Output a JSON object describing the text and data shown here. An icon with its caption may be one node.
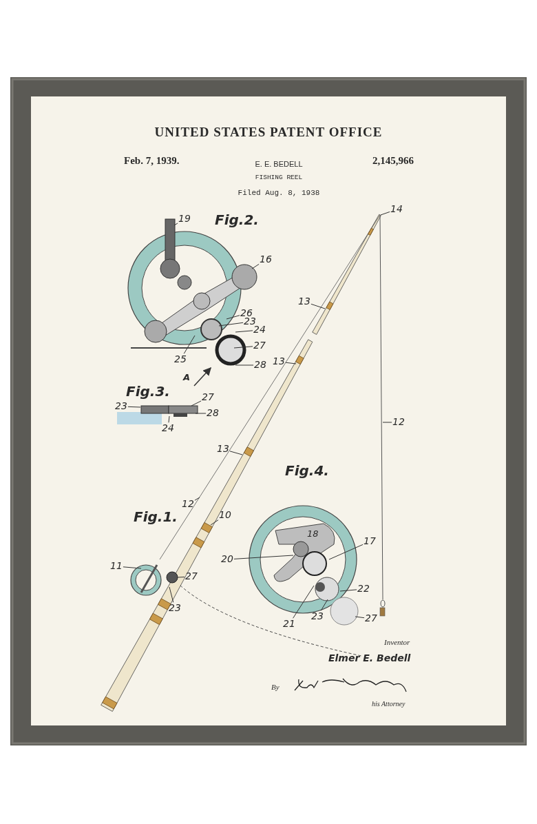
{
  "diagram": {
    "title": "UNITED STATES PATENT OFFICE",
    "nodes": [
      {
        "text": [
          "19"
        ]
      },
      {
        "text": [
          "16"
        ]
      },
      {
        "text": [
          "26"
        ]
      },
      {
        "text": [
          "23"
        ]
      },
      {
        "text": [
          "24"
        ]
      },
      {
        "text": [
          "27"
        ]
      },
      {
        "text": [
          "28"
        ]
      },
      {
        "text": [
          "25"
        ]
      },
      {
        "text": [
          "23"
        ]
      },
      {
        "text": [
          "27"
        ]
      },
      {
        "text": [
          "28"
        ]
      },
      {
        "text": [
          "24"
        ]
      },
      {
        "text": [
          "14"
        ]
      },
      {
        "text": [
          "13"
        ]
      },
      {
        "text": [
          "13"
        ]
      },
      {
        "text": [
          "12"
        ]
      },
      {
        "text": [
          "13"
        ]
      },
      {
        "text": [
          "12"
        ]
      },
      {
        "text": [
          "10"
        ]
      },
      {
        "text": [
          "11"
        ]
      },
      {
        "text": [
          "27"
        ]
      },
      {
        "text": [
          "23"
        ]
      },
      {
        "text": [
          "17"
        ]
      },
      {
        "text": [
          "20"
        ]
      },
      {
        "text": [
          "22"
        ]
      },
      {
        "text": [
          "21"
        ]
      },
      {
        "text": [
          "23"
        ]
      },
      {
        "text": [
          "27"
        ]
      },
      {
        "text": [],
        "shape": "picture"
      },
      {
        "text": [],
        "shape": "picture"
      },
      {
        "text": [],
        "shape": "picture"
      },
      {
        "text": [],
        "shape": "picture"
      },
      {
        "text": [],
        "shape": "picture"
      },
      {
        "text": [],
        "shape": "picture"
      }
    ],
    "edges": [
      {
        "from": 0,
        "to": 28,
        "arrow": "none"
      },
      {
        "from": 1,
        "to": 28,
        "arrow": "none"
      },
      {
        "from": 2,
        "to": 28,
        "arrow": "none"
      },
      {
        "from": 3,
        "to": 28,
        "arrow": "none"
      },
      {
        "from": 4,
        "to": 28,
        "arrow": "none"
      },
      {
        "from": 5,
        "to": 28,
        "arrow": "none"
      },
      {
        "from": 6,
        "to": 28,
        "arrow": "none"
      },
      {
        "from": 7,
        "to": 28,
        "arrow": "none"
      },
      {
        "from": 8,
        "to": 29,
        "arrow": "none"
      },
      {
        "from": 9,
        "to": 29,
        "arrow": "none"
      },
      {
        "from": 10,
        "to": 29,
        "arrow": "none"
      },
      {
        "from": 11,
        "to": 29,
        "arrow": "none"
      },
      {
        "from": 12,
        "to": 30,
        "arrow": "none"
      },
      {
        "from": 13,
        "to": 30,
        "arrow": "none"
      },
      {
        "from": 14,
        "to": 30,
        "arrow": "none"
      },
      {
        "from": 15,
        "to": 31,
        "arrow": "none"
      },
      {
        "from": 16,
        "to": 30,
        "arrow": "none"
      },
      {
        "from": 17,
        "to": 30,
        "arrow": "none"
      },
      {
        "from": 18,
        "to": 30,
        "arrow": "none"
      },
      {
        "from": 19,
        "to": 32,
        "arrow": "none"
      },
      {
        "from": 20,
        "to": 32,
        "arrow": "none"
      },
      {
        "from": 21,
        "to": 32,
        "arrow": "none"
      },
      {
        "from": 22,
        "to": 33,
        "arrow": "none"
      },
      {
        "from": 23,
        "to": 33,
        "arrow": "none"
      },
      {
        "from": 24,
        "to": 33,
        "arrow": "none"
      },
      {
        "from": 25,
        "to": 33,
        "arrow": "none"
      },
      {
        "from": 26,
        "to": 33,
        "arrow": "none"
      },
      {
        "from": 27,
        "to": 33,
        "arrow": "none"
      }
    ],
    "labels": [
      "Feb. 7, 1939.",
      "E. E. BEDELL",
      "2,145,966",
      "FISHING REEL",
      "Filed Aug. 8, 1938",
      "Fig.2.",
      "A",
      "Fig.3.",
      "Fig.4.",
      "Fig.1.",
      "18",
      "Inventor",
      "Elmer E. Bedell",
      "By",
      "his Attorney"
    ]
  }
}
